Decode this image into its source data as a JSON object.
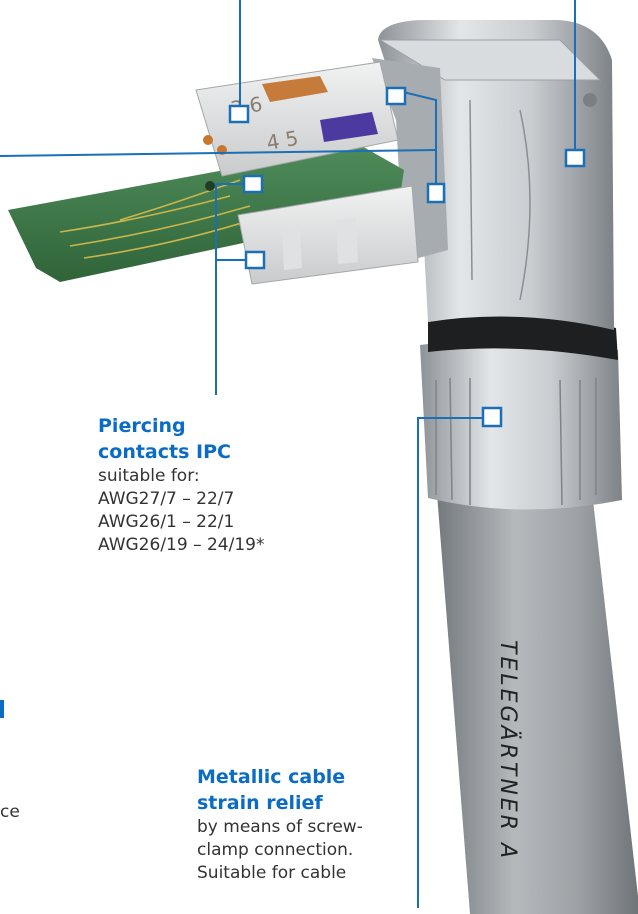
{
  "callouts": {
    "piercing": {
      "title_line1": "Piercing",
      "title_line2": "contacts IPC",
      "lines": [
        "suitable for:",
        "AWG27/7 – 22/7",
        "AWG26/1 – 22/1",
        "AWG26/19 – 24/19*"
      ]
    },
    "strain_relief": {
      "title_line1": "Metallic cable",
      "title_line2": "strain relief",
      "lines": [
        "by means of screw-",
        "clamp connection.",
        "Suitable for cable"
      ]
    }
  },
  "fragments": {
    "left_text": "ce"
  },
  "cable_print": "TELEGÄRTNER A",
  "colors": {
    "accent": "#0a6cc4",
    "leader": "#1a6fb5",
    "body_text": "#333333",
    "pcb": "#3e7a4a",
    "metal": "#b9bdc1",
    "cable": "#9a9fa3"
  }
}
